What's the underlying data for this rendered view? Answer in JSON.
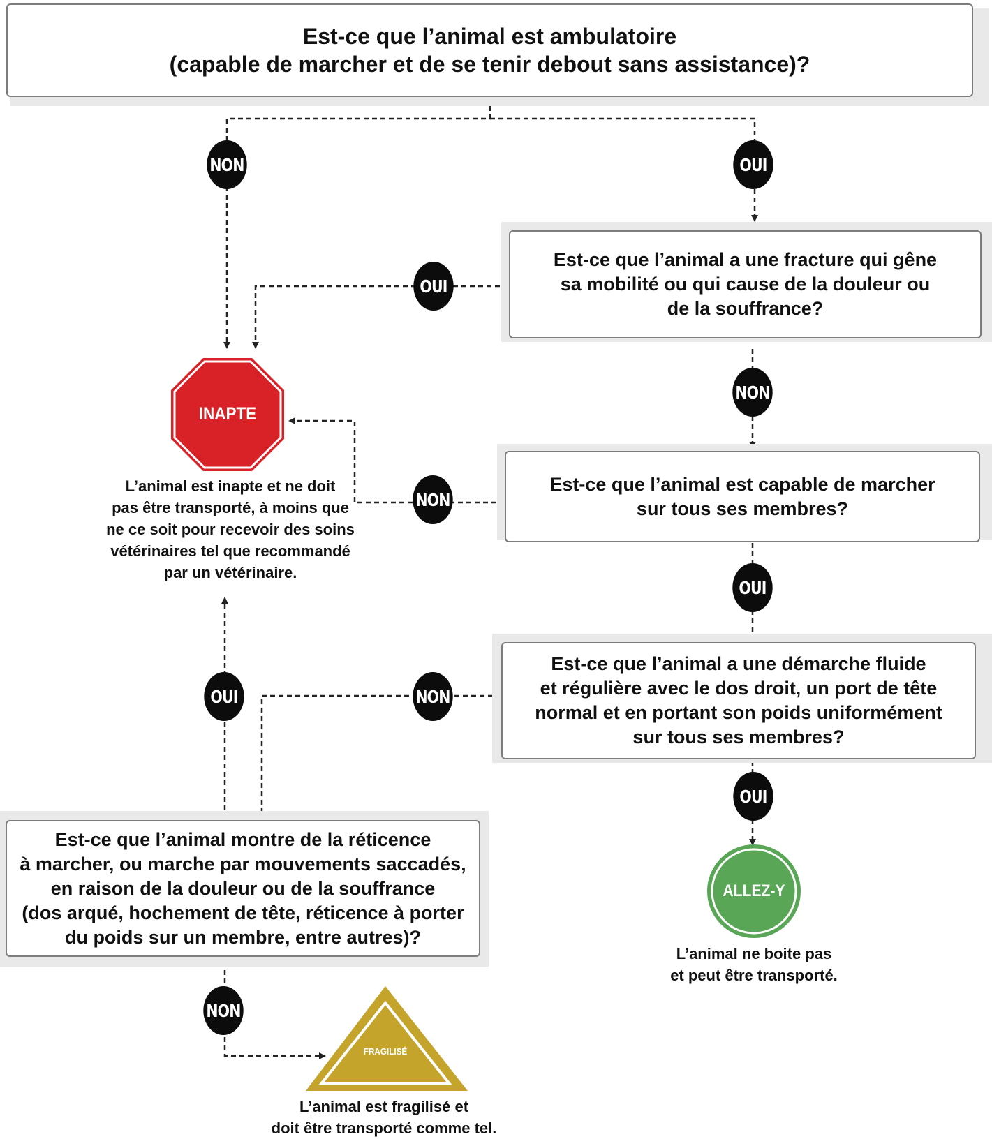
{
  "questions": {
    "q1": [
      "Est-ce que l’animal est ambulatoire",
      "(capable de marcher et de se tenir debout sans assistance)?"
    ],
    "q2": [
      "Est-ce que l’animal a une fracture qui gêne",
      "sa mobilité ou qui cause de la douleur ou",
      "de la souffrance?"
    ],
    "q3": [
      "Est-ce que l’animal est capable de marcher",
      "sur tous ses membres?"
    ],
    "q4": [
      "Est-ce que l’animal a une démarche fluide",
      "et régulière avec le dos droit, un port de tête",
      "normal et en portant son poids uniformément",
      "sur tous ses membres?"
    ],
    "q5": [
      "Est-ce que l’animal montre de la réticence",
      "à marcher, ou marche par mouvements saccadés,",
      "en raison de la douleur ou de la souffrance",
      "(dos arqué, hochement de tête, réticence à porter",
      "du poids sur un membre, entre autres)?"
    ]
  },
  "answers": {
    "q1_no": "NON",
    "q1_yes": "OUI",
    "q2_yes": "OUI",
    "q2_no": "NON",
    "q3_no": "NON",
    "q3_yes": "OUI",
    "q4_no": "NON",
    "q4_yes": "OUI",
    "q5_yes": "OUI",
    "q5_no": "NON"
  },
  "outcomes": {
    "unfit": {
      "label": "INAPTE",
      "color": "#d92128",
      "text": [
        "L’animal est inapte et ne doit",
        "pas être transporté, à moins que",
        "ne ce soit pour recevoir des soins",
        "vétérinaires tel que recommandé",
        "par un vétérinaire."
      ]
    },
    "go": {
      "label": "ALLEZ-Y",
      "color": "#58a656",
      "text": [
        "L’animal ne boite pas",
        "et peut être transporté."
      ]
    },
    "compromised": {
      "label": "FRAGILISÉ",
      "color": "#c4a42a",
      "text": [
        "L’animal est fragilisé et",
        "doit être transporté comme tel."
      ]
    }
  }
}
